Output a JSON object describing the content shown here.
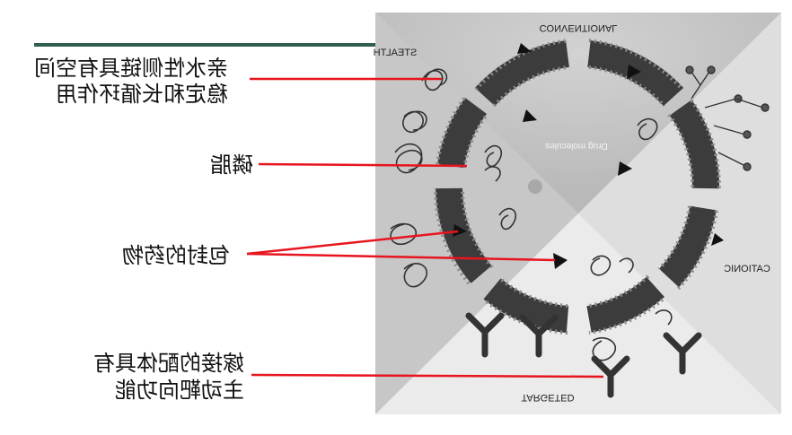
{
  "title_bar_color": "#2f5e4e",
  "leader_color": "#e8141e",
  "labels": {
    "stealth_line1": "亲水性侧链具有空间",
    "stealth_line2": "稳定和长循环作用",
    "phospholipid": "磷脂",
    "drug": "包封的药物",
    "ligand_line1": "嫁接的配体具有",
    "ligand_line2": "主动靶向功能"
  },
  "figure": {
    "quadrant_conventional": "CONVENTIONAL",
    "quadrant_stealth": "STEALTH",
    "quadrant_cationic": "CATIONIC",
    "quadrant_targeted": "TARGETED",
    "drug_molecules": "Drug molecules"
  }
}
